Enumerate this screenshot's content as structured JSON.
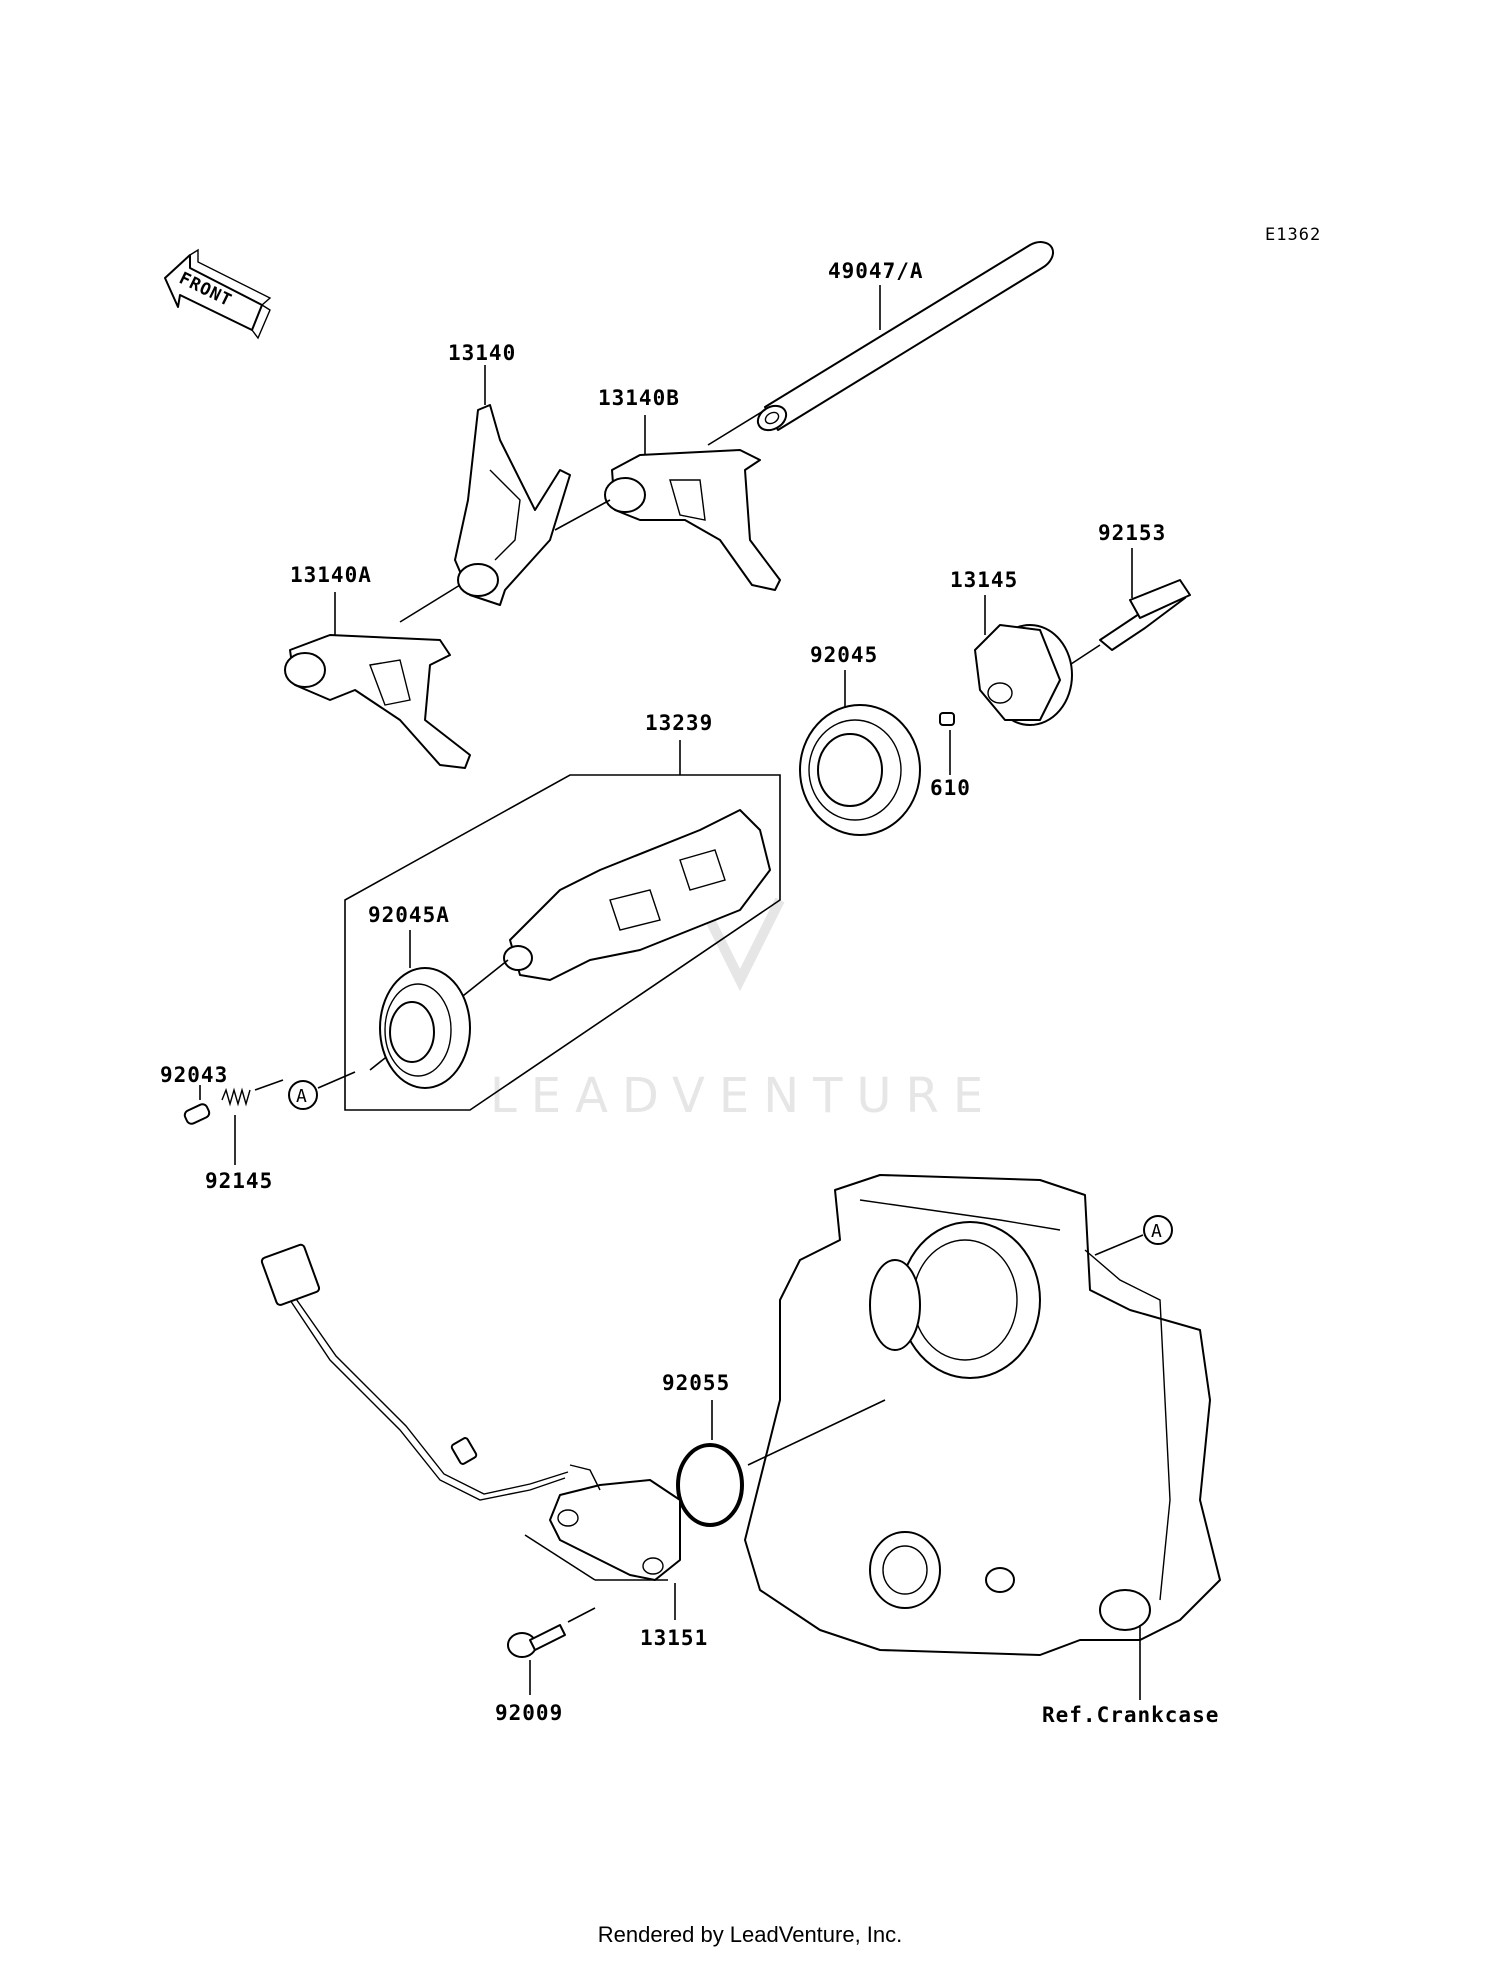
{
  "diagram": {
    "code": "E1362",
    "front_label": "FRONT",
    "watermark": "LEADVENTURE",
    "ref_label": "Ref.Crankcase",
    "ref_marker": "A",
    "parts": {
      "p49047A": "49047/A",
      "p13140": "13140",
      "p13140B": "13140B",
      "p13140A": "13140A",
      "p92153": "92153",
      "p13145": "13145",
      "p92045": "92045",
      "p610": "610",
      "p13239": "13239",
      "p92045A": "92045A",
      "p92043": "92043",
      "p92145": "92145",
      "p92055": "92055",
      "p13151": "13151",
      "p92009": "92009"
    }
  },
  "footer": "Rendered by LeadVenture, Inc."
}
